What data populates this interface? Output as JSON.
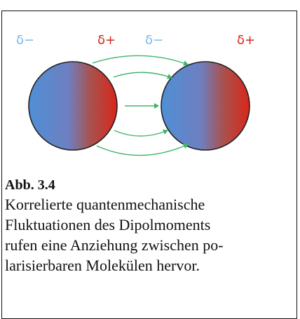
{
  "diagram": {
    "charges": {
      "left_negative": "δ−",
      "left_positive": "δ+",
      "right_negative": "δ−",
      "right_positive": "δ+"
    },
    "colors": {
      "negative_pole": "#5ba3e8",
      "positive_pole": "#d42a1e",
      "arrow": "#3fb56b",
      "frame": "#111111"
    },
    "arrow_count": 5
  },
  "caption": {
    "title": "Abb. 3.4",
    "text": "Korrelierte quantenmechanische\nFluktuationen des Dipolmoments\nrufen eine Anziehung zwischen po-\nlarisierbaren Molekülen hervor."
  }
}
